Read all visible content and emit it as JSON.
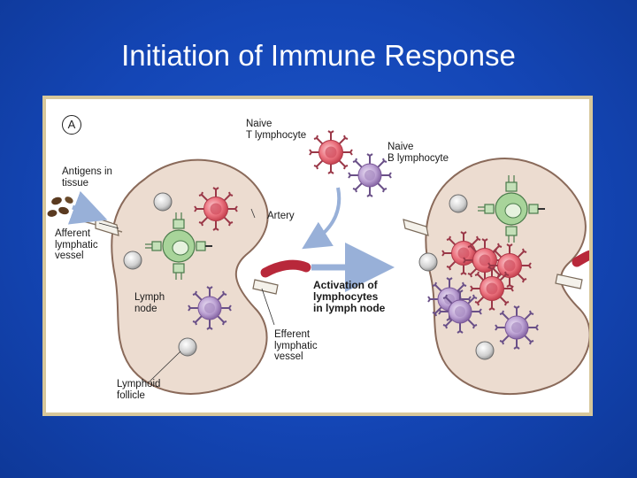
{
  "slide": {
    "title": "Initiation of Immune Response"
  },
  "figure": {
    "panel_letter": "A",
    "labels": {
      "naive_t": "Naive\nT lymphocyte",
      "naive_b": "Naive\nB lymphocyte",
      "antigens": "Antigens in\ntissue",
      "artery": "Artery",
      "afferent": "Afferent\nlymphatic\nvessel",
      "lymph_node": "Lymph\nnode",
      "activation": "Activation of\nlymphocytes\nin lymph node",
      "efferent": "Efferent\nlymphatic\nvessel",
      "follicle": "Lymphoid\nfollicle"
    }
  },
  "colors": {
    "background": "#1446b6",
    "frame": "#d7c79a",
    "node_fill": "#ecdcd0",
    "node_stroke": "#8a6a5a",
    "t_cell": "#e86a78",
    "b_cell": "#b9a0d0",
    "apc": "#a8d49a",
    "artery": "#b8283a",
    "arrow": "#98b0d8"
  }
}
